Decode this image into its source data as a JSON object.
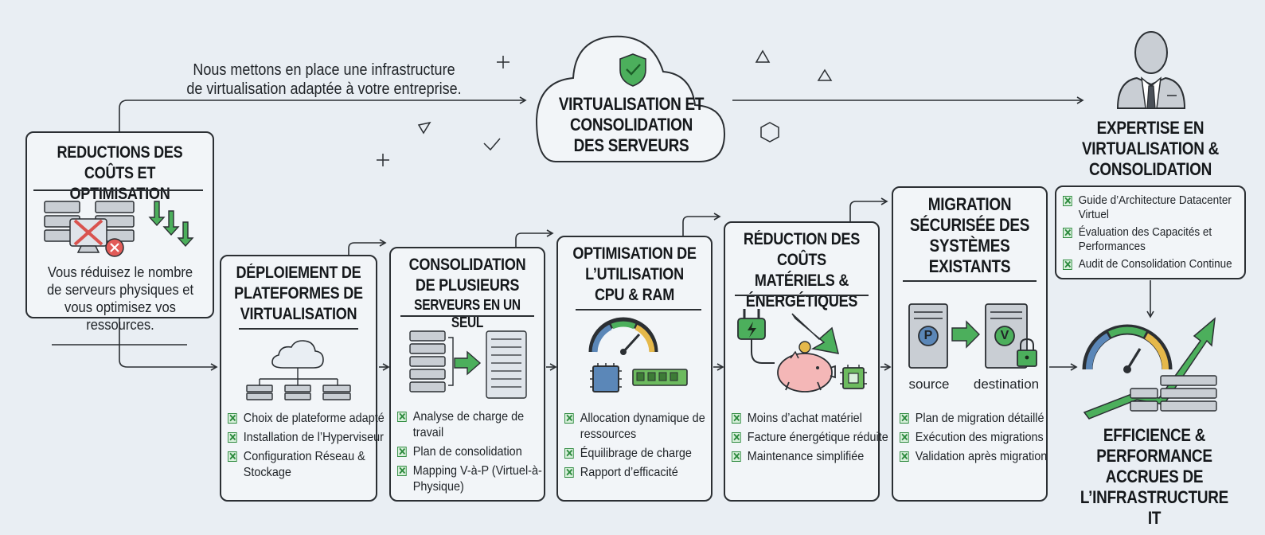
{
  "intro_text": "Nous mettons en place une infrastructure de virtualisation adaptée à votre entreprise.",
  "central": {
    "title": "Virtualisation et Consolidation des Serveurs"
  },
  "expertise": {
    "title": "Expertise en Virtualisation & Consolidation",
    "items": [
      "Guide d’Architecture Datacenter Virtuel",
      "Évaluation des Capacités et Performances",
      "Audit de Consolidation Continue"
    ]
  },
  "reductions": {
    "title": "Reductions des Coûts et Optimisation",
    "text": "Vous réduisez le nombre de serveurs physiques et vous optimisez vos ressources."
  },
  "steps": [
    {
      "title": "Déploiement de Plateformes de Virtualisation",
      "items": [
        "Choix de plateforme adapté",
        "Installation de l’Hyperviseur",
        "Configuration Réseau & Stockage"
      ]
    },
    {
      "title": "Consolidation de Plusieurs",
      "subtitle": "Serveurs en un Seul",
      "items": [
        "Analyse de charge de travail",
        "Plan de consolidation",
        "Mapping V-à-P (Virtuel-à-Physique)"
      ]
    },
    {
      "title": "Optimisation de l’Utilisation CPU & RAM",
      "items": [
        "Allocation dynamique de ressources",
        "Équilibrage de charge",
        "Rapport d’efficacité"
      ]
    },
    {
      "title": "Réduction des Coûts Matériels & Énergétiques",
      "items": [
        "Moins d’achat matériel",
        "Facture énergétique réduite",
        "Maintenance simplifiée"
      ]
    },
    {
      "title": "Migration Sécurisée des Systèmes Existants",
      "items": [
        "Plan de migration détaillé",
        "Exécution des migrations",
        "Validation après migration"
      ],
      "labels": {
        "source": "source",
        "destination": "destination",
        "p": "P",
        "v": "V"
      }
    }
  ],
  "result": {
    "title": "Efficience & Performance Accrues de l’Infrastructure IT"
  },
  "colors": {
    "green": "#4caf5c",
    "dark": "#2b2f33",
    "blue": "#5b87b8",
    "pig": "#f4b7b7"
  }
}
